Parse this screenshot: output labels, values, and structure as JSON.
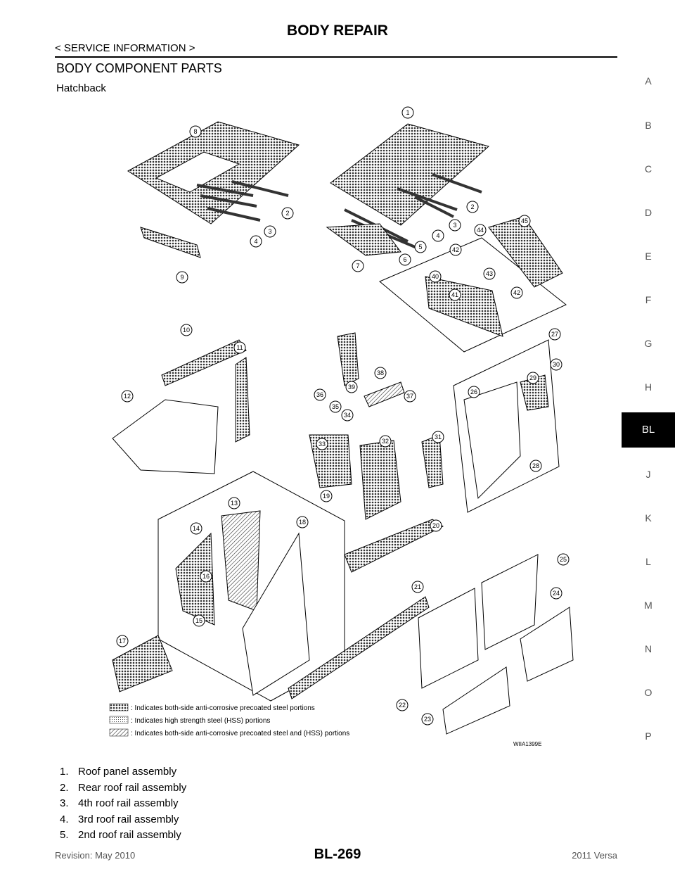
{
  "header": {
    "title": "BODY REPAIR",
    "breadcrumb": "< SERVICE INFORMATION >"
  },
  "section": {
    "title": "BODY COMPONENT PARTS",
    "subtitle": "Hatchback"
  },
  "sidebar": {
    "items": [
      "A",
      "B",
      "C",
      "D",
      "E",
      "F",
      "G",
      "H",
      "BL",
      "J",
      "K",
      "L",
      "M",
      "N",
      "O",
      "P"
    ],
    "active": "BL"
  },
  "illustration": {
    "callouts": [
      "1",
      "2",
      "3",
      "4",
      "5",
      "6",
      "7",
      "8",
      "2",
      "3",
      "4",
      "9",
      "10",
      "11",
      "12",
      "40",
      "41",
      "42",
      "42",
      "43",
      "44",
      "45",
      "27",
      "30",
      "29",
      "26",
      "28",
      "39",
      "38",
      "37",
      "36",
      "35",
      "34",
      "33",
      "32",
      "31",
      "19",
      "13",
      "14",
      "18",
      "16",
      "15",
      "20",
      "21",
      "25",
      "24",
      "17",
      "22",
      "23"
    ],
    "legend": [
      ": Indicates both-side anti-corrosive precoated steel portions",
      ": Indicates high strength steel (HSS) portions",
      ": Indicates both-side anti-corrosive precoated steel and (HSS) portions"
    ],
    "code": "WIIA1399E"
  },
  "parts_list": [
    {
      "num": "1.",
      "name": "Roof panel assembly"
    },
    {
      "num": "2.",
      "name": "Rear roof rail assembly"
    },
    {
      "num": "3.",
      "name": "4th roof rail assembly"
    },
    {
      "num": "4.",
      "name": "3rd roof rail assembly"
    },
    {
      "num": "5.",
      "name": "2nd roof rail assembly"
    }
  ],
  "footer": {
    "revision": "Revision: May 2010",
    "page": "BL-269",
    "model": "2011 Versa"
  }
}
